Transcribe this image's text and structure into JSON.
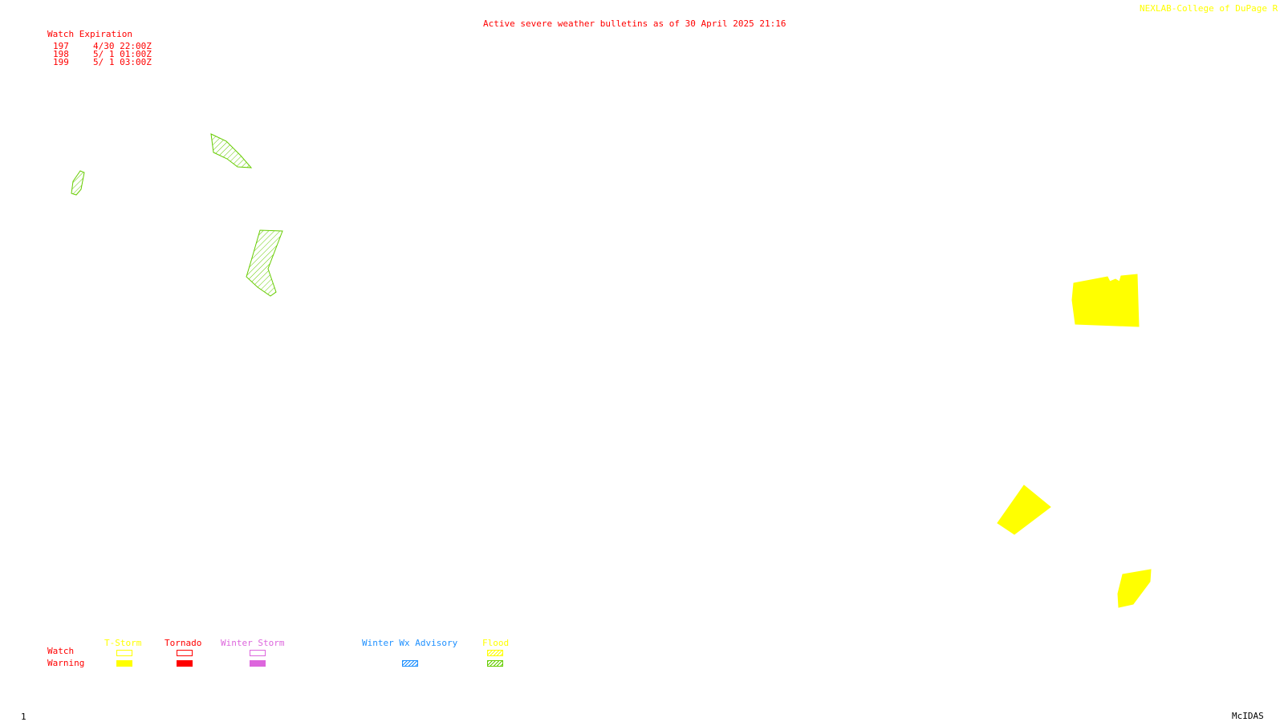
{
  "header": {
    "credit": "NEXLAB-College of DuPage R",
    "title": "Active severe weather bulletins as of 30 April 2025 21:16"
  },
  "watch_table": {
    "title": "Watch Expiration",
    "rows": [
      {
        "id": "197",
        "expires": "4/30 22:00Z"
      },
      {
        "id": "198",
        "expires": "5/ 1 01:00Z"
      },
      {
        "id": "199",
        "expires": "5/ 1 03:00Z"
      }
    ]
  },
  "legend": {
    "row_labels": {
      "watch": "Watch",
      "warning": "Warning"
    },
    "categories": [
      {
        "label": "T-Storm",
        "color": "#ffff00",
        "watch": "outline",
        "warning": "filled"
      },
      {
        "label": "Tornado",
        "color": "#ff0000",
        "watch": "outline",
        "warning": "filled"
      },
      {
        "label": "Winter Storm",
        "color": "#dd66dd",
        "watch": "outline",
        "warning": "filled"
      },
      {
        "label": "Winter Wx Advisory",
        "color": "#1e90ff",
        "watch": "none",
        "warning": "hatched"
      },
      {
        "label": "Flood",
        "color": "#ffff00",
        "watch": "hatched",
        "warning": "hatched-green"
      }
    ]
  },
  "map": {
    "polygons": [
      {
        "type": "flood-warning",
        "color": "#66cc00",
        "style": "hatched"
      },
      {
        "type": "flood-warning",
        "color": "#66cc00",
        "style": "hatched"
      },
      {
        "type": "flood-warning",
        "color": "#66cc00",
        "style": "hatched"
      },
      {
        "type": "tstorm-warning",
        "color": "#ffff00",
        "style": "filled"
      },
      {
        "type": "tstorm-warning",
        "color": "#ffff00",
        "style": "filled"
      },
      {
        "type": "tstorm-warning",
        "color": "#ffff00",
        "style": "filled"
      }
    ]
  },
  "footer": {
    "frame": "1",
    "software": "McIDAS"
  }
}
